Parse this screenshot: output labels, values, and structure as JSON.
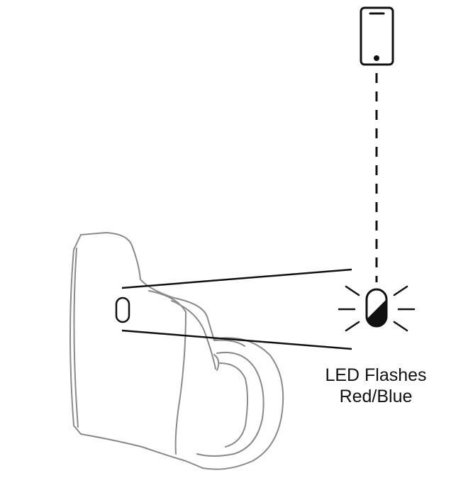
{
  "caption": {
    "line1": "LED Flashes",
    "line2": "Red/Blue"
  },
  "colors": {
    "ink": "#111111",
    "earbud_outline": "#8a8a8a",
    "background": "#ffffff"
  },
  "icons": {
    "phone": "smartphone-icon",
    "led": "led-indicator-icon",
    "earbud": "earbud-illustration"
  }
}
